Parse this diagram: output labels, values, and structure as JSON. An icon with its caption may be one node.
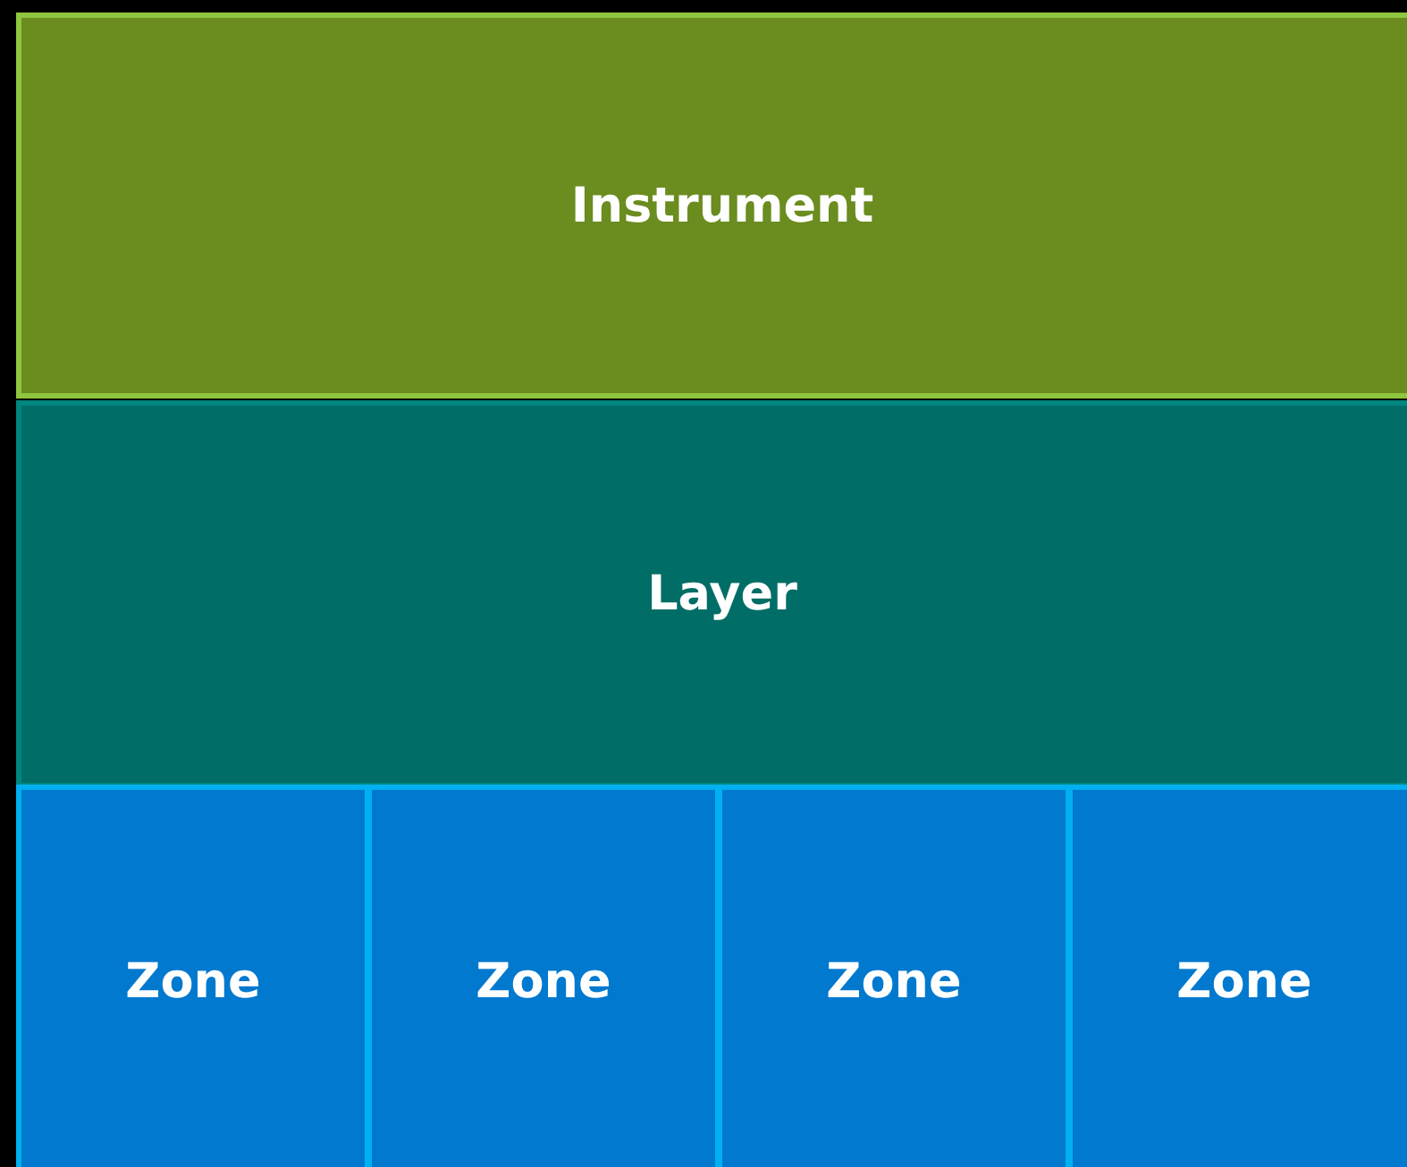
{
  "diagram": {
    "nodes": [
      {
        "text": [
          "Instrument"
        ]
      },
      {
        "text": [
          "Layer"
        ]
      },
      {
        "text": [
          "Zone"
        ]
      },
      {
        "text": [
          "Zone"
        ]
      },
      {
        "text": [
          "Zone"
        ]
      },
      {
        "text": [
          "Zone"
        ]
      }
    ]
  }
}
